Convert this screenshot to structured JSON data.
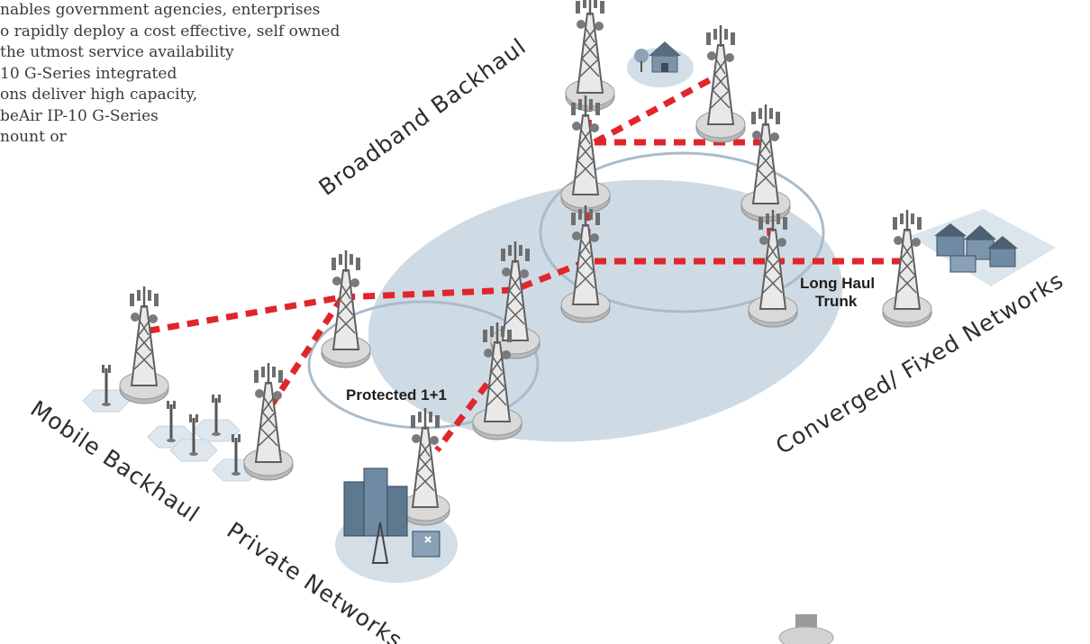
{
  "intro_lines": [
    "nables government agencies, enterprises",
    "o rapidly deploy a cost effective, self owned",
    " the utmost service availability",
    "10 G-Series  integrated",
    "ons deliver high capacity,",
    "beAir IP-10 G-Series",
    "nount or"
  ],
  "labels": {
    "broadband_backhaul": "Broadband Backhaul",
    "mobile_backhaul": "Mobile Backhaul",
    "private_networks": "Private Networks",
    "converged_fixed_networks": "Converged/ Fixed Networks",
    "protected": "Protected 1+1",
    "long_haul_line1": "Long Haul",
    "long_haul_line2": "Trunk"
  },
  "colors": {
    "link": "#e0262b",
    "ring_fill": "#cfdbe4",
    "ring_stroke": "#a9bccb",
    "tower": "#6e6e6e",
    "base": "#b9b9b9"
  },
  "icons": {
    "tower": "lattice-tower-icon",
    "house": "house-icon",
    "buildings": "office-buildings-icon",
    "cell_site": "cell-site-icon"
  }
}
